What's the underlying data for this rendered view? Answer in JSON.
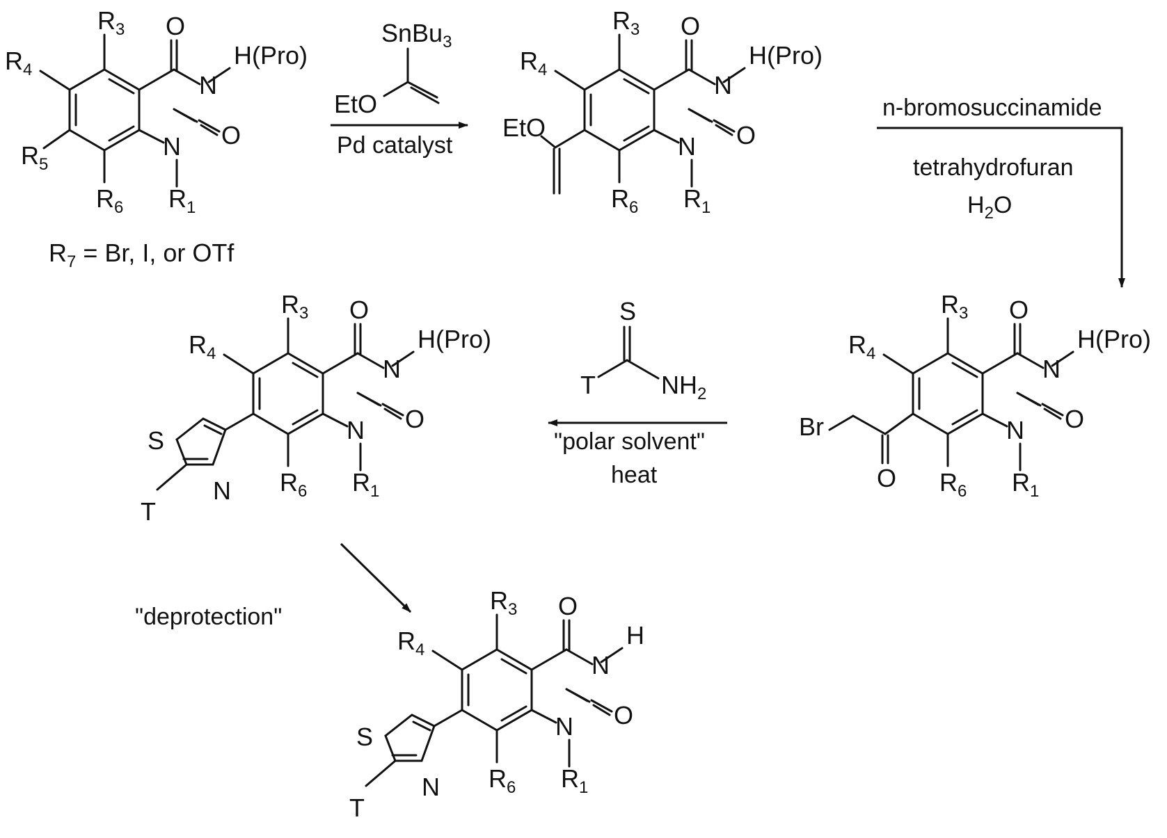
{
  "molecules": {
    "start": {
      "r3": "R",
      "r3_sub": "3",
      "r4": "R",
      "r4_sub": "4",
      "r5": "R",
      "r5_sub": "5",
      "r6": "R",
      "r6_sub": "6",
      "r1": "R",
      "r1_sub": "1",
      "o_top": "O",
      "o_right": "O",
      "n3": "N",
      "n1": "N",
      "h_pro": "H(Pro)",
      "r7_label": "R",
      "r7_sub": "7",
      "r7_note": " = Br, I, or OTf"
    },
    "enol_ether": {
      "r3": "R",
      "r3_sub": "3",
      "r4": "R",
      "r4_sub": "4",
      "r6": "R",
      "r6_sub": "6",
      "r1": "R",
      "r1_sub": "1",
      "o_top": "O",
      "o_right": "O",
      "n3": "N",
      "n1": "N",
      "h_pro": "H(Pro)",
      "eto": "EtO"
    },
    "bromoketone": {
      "r3": "R",
      "r3_sub": "3",
      "r4": "R",
      "r4_sub": "4",
      "r6": "R",
      "r6_sub": "6",
      "r1": "R",
      "r1_sub": "1",
      "o_top": "O",
      "o_right": "O",
      "n3": "N",
      "n1": "N",
      "h_pro": "H(Pro)",
      "br": "Br",
      "o_ketone": "O"
    },
    "thiazole_protected": {
      "r3": "R",
      "r3_sub": "3",
      "r4": "R",
      "r4_sub": "4",
      "r6": "R",
      "r6_sub": "6",
      "r1": "R",
      "r1_sub": "1",
      "o_top": "O",
      "o_right": "O",
      "n3": "N",
      "n1": "N",
      "h_pro": "H(Pro)",
      "s": "S",
      "n_thiazole": "N",
      "t": "T"
    },
    "final_product": {
      "r3": "R",
      "r3_sub": "3",
      "r4": "R",
      "r4_sub": "4",
      "r6": "R",
      "r6_sub": "6",
      "r1": "R",
      "r1_sub": "1",
      "o_top": "O",
      "o_right": "O",
      "n3": "N",
      "n1": "N",
      "h": "H",
      "s": "S",
      "n_thiazole": "N",
      "t": "T"
    }
  },
  "reagents": {
    "stannane": {
      "sn": "SnBu",
      "sn_sub": "3",
      "eto": "EtO"
    },
    "thioamide": {
      "s": "S",
      "t": "T",
      "nh": "NH",
      "nh_sub": "2"
    }
  },
  "conditions": {
    "step1": {
      "catalyst": "Pd catalyst"
    },
    "step2": {
      "reagent": "n-bromosuccinamide",
      "solvent": "tetrahydrofuran",
      "water": "H",
      "water_sub": "2",
      "water_tail": "O"
    },
    "step3": {
      "solvent": "\"polar solvent\"",
      "heat": "heat"
    },
    "step4": {
      "label": "\"deprotection\""
    }
  }
}
